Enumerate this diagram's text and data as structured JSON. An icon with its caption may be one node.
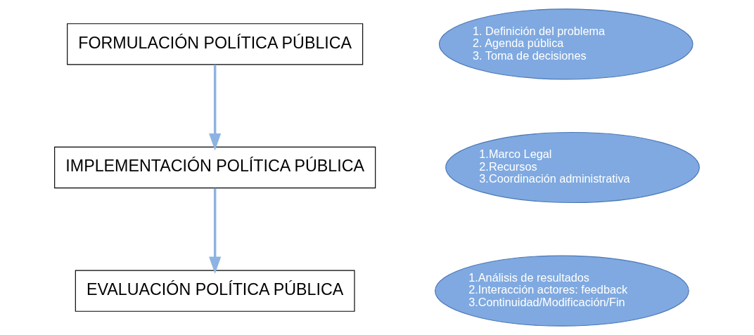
{
  "diagram": {
    "nodes": [
      {
        "text": [
          "FORMULACIÓN POLÍTICA PÚBLICA"
        ]
      },
      {
        "text": [
          "1. Definición del problema",
          "2. Agenda pública",
          "3. Toma de decisiones"
        ]
      },
      {
        "text": [
          "IMPLEMENTACIÓN POLÍTICA PÚBLICA"
        ]
      },
      {
        "text": [
          "1.Marco Legal",
          "2.Recursos",
          "3.Coordinación administrativa"
        ]
      },
      {
        "text": [
          "EVALUACIÓN POLÍTICA PÚBLICA"
        ]
      },
      {
        "text": [
          "1.Análisis de resultados",
          "2.Interacción actores: feedback",
          "3.Continuidad/Modificación/Fin"
        ]
      }
    ],
    "edges": [
      {
        "from": 0,
        "to": 2,
        "arrow": "to"
      },
      {
        "from": 2,
        "to": 4,
        "arrow": "to"
      }
    ]
  }
}
